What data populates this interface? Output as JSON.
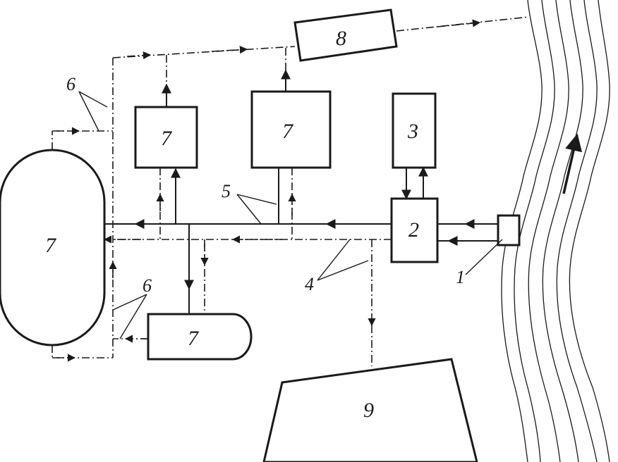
{
  "labels": {
    "intake": "1",
    "treatment": "2",
    "storage": "3",
    "dashdot_pipe": "4",
    "solid_pipe": "5",
    "return_pipe": "6",
    "consumer": "7",
    "facility_8": "8",
    "facility_9": "9"
  }
}
